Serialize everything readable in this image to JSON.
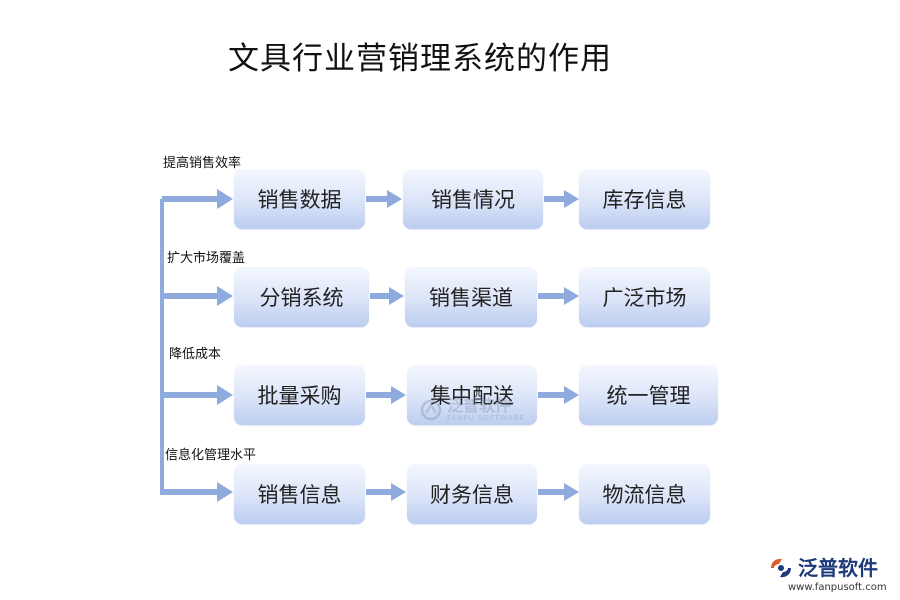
{
  "title": "文具行业营销理系统的作用",
  "rows": [
    {
      "label": "提高销售效率",
      "boxes": [
        "销售数据",
        "销售情况",
        "库存信息"
      ]
    },
    {
      "label": "扩大市场覆盖",
      "boxes": [
        "分销系统",
        "销售渠道",
        "广泛市场"
      ]
    },
    {
      "label": "降低成本",
      "boxes": [
        "批量采购",
        "集中配送",
        "统一管理"
      ]
    },
    {
      "label": "信息化管理水平",
      "boxes": [
        "销售信息",
        "财务信息",
        "物流信息"
      ]
    }
  ],
  "watermark": {
    "text": "泛普软件",
    "sub": "FANPU SOFTWARE"
  },
  "logo": {
    "brand": "泛普软件",
    "url": "www.fanpusoft.com"
  },
  "colors": {
    "arrow": "#8faadc",
    "box_top": "#f4f7fe",
    "box_bottom": "#bccdf0",
    "brand": "#1e3a7a"
  }
}
